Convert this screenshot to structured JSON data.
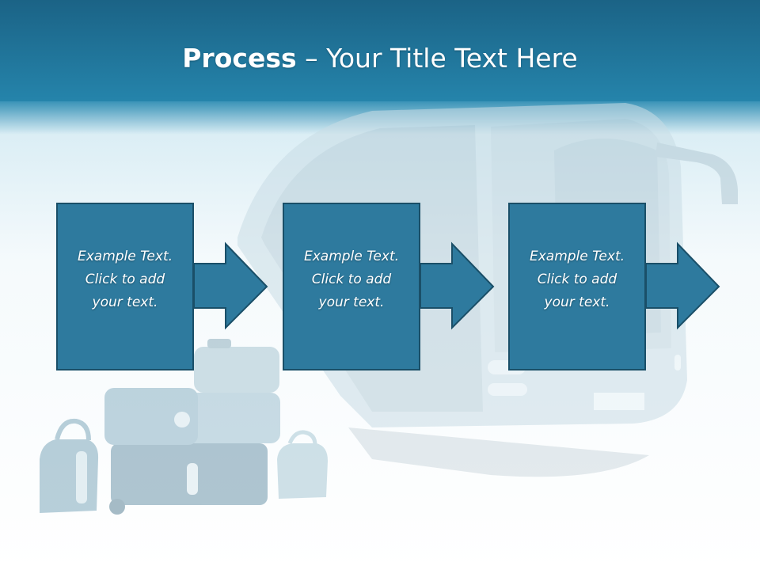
{
  "slide": {
    "title_bold": "Process",
    "title_rest": " – Your Title Text Here"
  },
  "steps": [
    {
      "line1": "Example Text.",
      "line2": "Click  to add",
      "line3": "your text."
    },
    {
      "line1": "Example Text.",
      "line2": "Click  to add",
      "line3": "your text."
    },
    {
      "line1": "Example Text.",
      "line2": "Click  to add",
      "line3": "your text."
    }
  ],
  "colors": {
    "title_bar": "#2584ab",
    "box_fill": "#2e7a9e",
    "box_border": "#1a4f68",
    "text": "#ffffff"
  },
  "icons": {
    "background": "bus-and-luggage-illustration",
    "connector": "right-arrow-icon"
  }
}
